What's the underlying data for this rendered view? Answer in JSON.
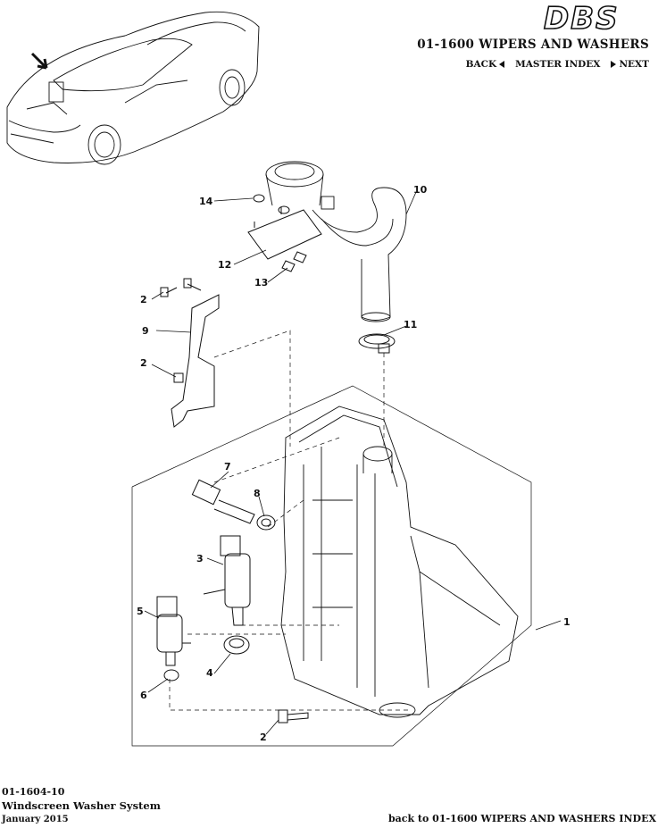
{
  "header": {
    "logo_text": "DBS",
    "section_title": "01-1600 WIPERS AND WASHERS",
    "nav": {
      "back": "BACK",
      "master_index": "MASTER INDEX",
      "next": "NEXT"
    }
  },
  "callouts": [
    "1",
    "2",
    "2",
    "2",
    "3",
    "4",
    "5",
    "6",
    "7",
    "8",
    "9",
    "10",
    "11",
    "12",
    "13",
    "14"
  ],
  "footer": {
    "code": "01-1604-10",
    "name": "Windscreen Washer System",
    "date": "January 2015",
    "back_link": "back to 01-1600 WIPERS AND WASHERS INDEX"
  }
}
